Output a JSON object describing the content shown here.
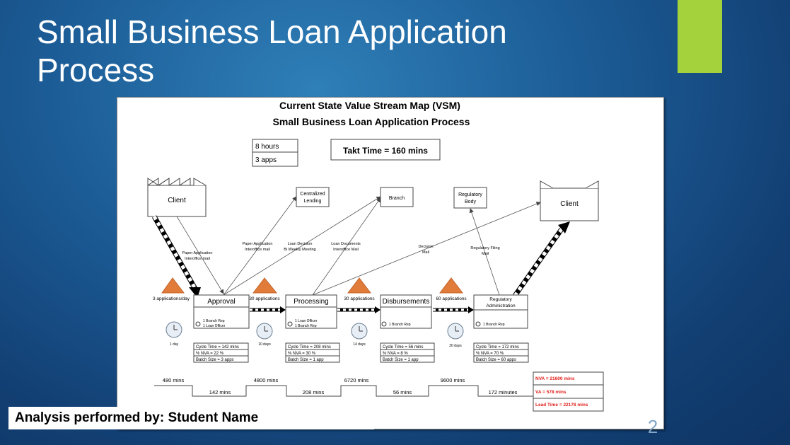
{
  "slide": {
    "title_line1": "Small Business Loan Application",
    "title_line2": "Process",
    "accent_color": "#a4d23d",
    "page_number": "2",
    "analysis_text": "Analysis performed by: Student Name"
  },
  "vsm": {
    "title1": "Current State Value Stream Map (VSM)",
    "title2": "Small Business Loan Application Process",
    "hours": "8 hours",
    "apps": "3 apps",
    "takt": "Takt Time =  160 mins",
    "client_left": "Client",
    "client_right": "Client",
    "centralized": [
      "Centralized",
      "Lending"
    ],
    "branch": "Branch",
    "regulatory_body": [
      "Regulatory",
      "Body"
    ],
    "flows": {
      "paper_app_left": [
        "Paper Application",
        "Interoffice mail"
      ],
      "paper_app_mid": [
        "Paper Application",
        "Interoffice mail"
      ],
      "loan_decision": [
        "Loan Decision",
        "Bi Weekly Meeting"
      ],
      "loan_documents": [
        "Loan Documents",
        "Interoffice Mail"
      ],
      "decision_mail": [
        "Decision",
        "Mail"
      ],
      "regulatory_filing": [
        "Regulatory Filing",
        "Mail"
      ]
    },
    "inventory": [
      {
        "label": "3 applications/day",
        "days": "1 day"
      },
      {
        "label": "30 applications",
        "days": "10 days"
      },
      {
        "label": "30 applications",
        "days": "14 days"
      },
      {
        "label": "60 applications",
        "days": "20 days"
      }
    ],
    "processes": [
      {
        "name": "Approval",
        "staff": [
          "1 Branch Rep",
          "1 Loan Officer"
        ],
        "data": [
          "Cycle Time = 142 mins",
          "% NVA = 22 %",
          "Batch Size = 3 apps"
        ]
      },
      {
        "name": "Processing",
        "staff": [
          "1 Loan Officer",
          "1 Branch Rep"
        ],
        "data": [
          "Cycle Time = 208 mins",
          "% NVA = 30 %",
          "Batch Size = 1 app"
        ]
      },
      {
        "name": "Disbursements",
        "staff": [
          "1 Branch Rep"
        ],
        "data": [
          "Cycle Time = 56 mins",
          "% NVA = 8 %",
          "Batch Size = 1 app"
        ]
      },
      {
        "name": "Regulatory Administration",
        "name_lines": [
          "Regulatory",
          "Administration"
        ],
        "staff": [
          "1 Branch Rep"
        ],
        "data": [
          "Cycle Time = 172 mins",
          "% NVA = 70 %",
          "Batch Size = 60 apps"
        ]
      }
    ],
    "timeline": {
      "wait": [
        "480 mins",
        "4800 mins",
        "6720 mins",
        "9600 mins"
      ],
      "process": [
        "142 mins",
        "208 mins",
        "56 mins",
        "172 minutes"
      ]
    },
    "summary": [
      "NVA = 21600 mins",
      "VA = 578 mins",
      "Lead Time = 22178 mins"
    ],
    "summary_color": "#e0201b",
    "inventory_color": "#e07b39"
  }
}
